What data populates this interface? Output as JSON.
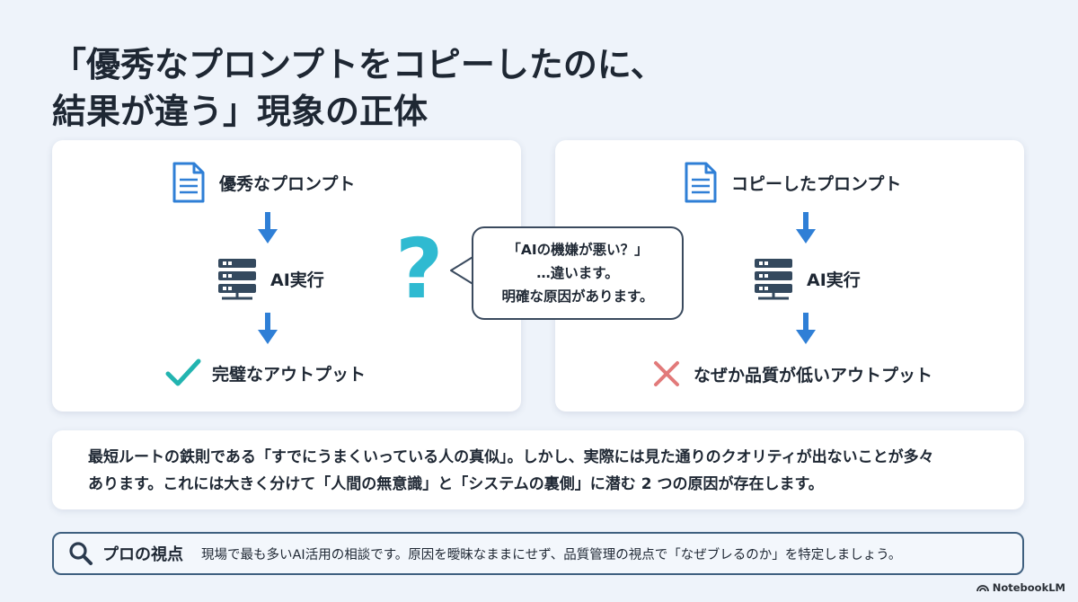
{
  "title": {
    "line1": "「優秀なプロンプトをコピーしたのに、",
    "line2": "結果が違う」現象の正体"
  },
  "left_panel": {
    "step1": "優秀なプロンプト",
    "step2": "AI実行",
    "step3": "完璧なアウトプット"
  },
  "right_panel": {
    "step1": "コピーしたプロンプト",
    "step2": "AI実行",
    "step3": "なぜか品質が低いアウトプット"
  },
  "bubble": {
    "line1": "「AIの機嫌が悪い？」",
    "line2": "…違います。",
    "line3": "明確な原因があります。"
  },
  "explanation": {
    "line1": "最短ルートの鉄則である「すでにうまくいっている人の真似」。しかし、実際には見た通りのクオリティが出ないことが多々",
    "line2": "あります。これには大きく分けて「人間の無意識」と「システムの裏側」に潜む 2 つの原因が存在します。"
  },
  "pro_tip": {
    "title": "プロの視点",
    "text": "現場で最も多いAI活用の相談です。原因を曖昧なままにせず、品質管理の視点で「なぜブレるのか」を特定しましょう。"
  },
  "brand": "NotebookLM",
  "colors": {
    "arrow": "#2f7fd6",
    "check": "#22b4b0",
    "cross": "#e27a7a",
    "question": "#2fbad1",
    "document_icon": "#2f7fd6",
    "server_icon": "#34495e"
  },
  "icons": [
    "document-icon",
    "arrow-down-icon",
    "server-icon",
    "check-icon",
    "cross-icon",
    "question-mark-icon",
    "search-icon",
    "notebooklm-logo-icon"
  ]
}
